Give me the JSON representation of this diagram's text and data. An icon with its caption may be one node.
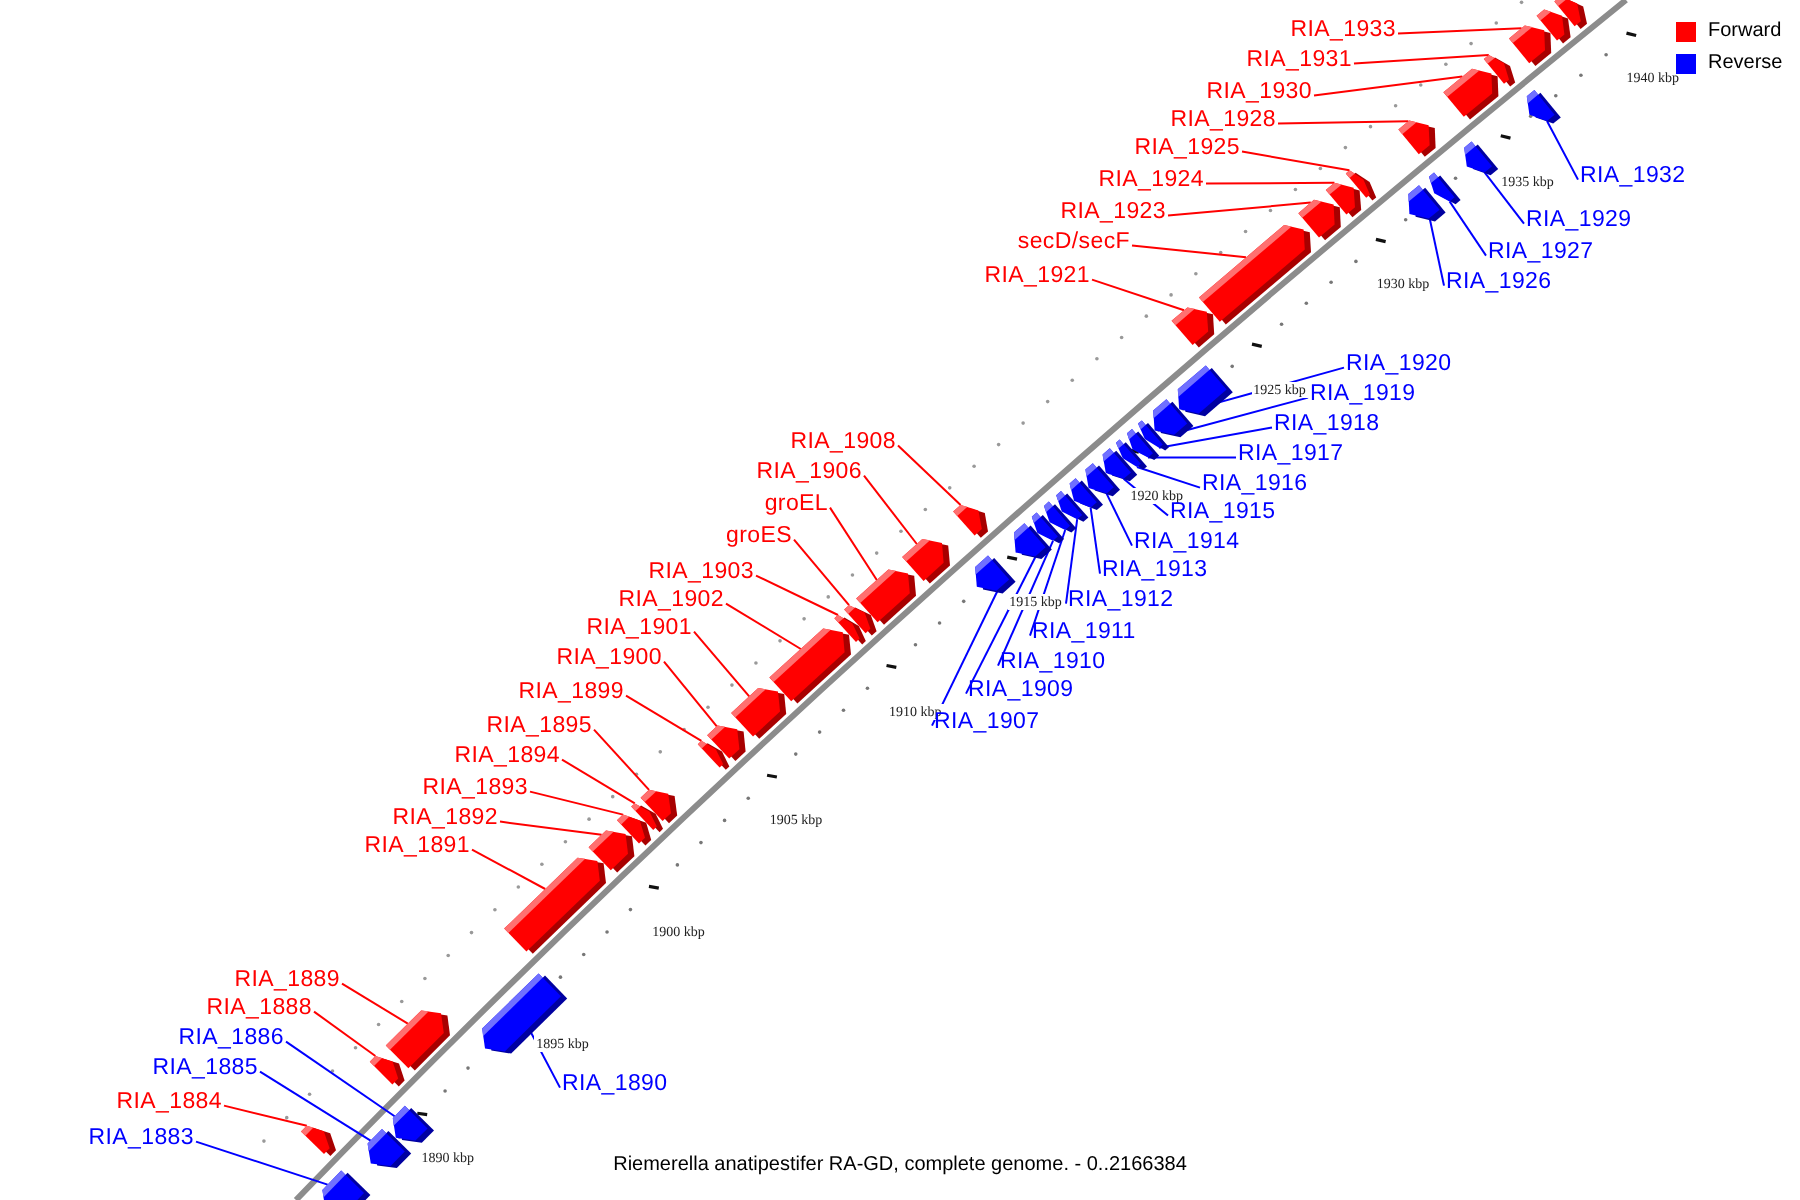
{
  "diagram": {
    "caption": "Riemerella anatipestifer RA-GD, complete genome. - 0..2166384",
    "nodes": [
      {
        "text": [
          "RIA_1933"
        ]
      },
      {
        "text": [],
        "shape": "arrow"
      },
      {
        "text": [],
        "shape": "arrow"
      },
      {
        "text": [],
        "shape": "arrow"
      },
      {
        "text": [
          "RIA_1931"
        ]
      },
      {
        "text": [],
        "shape": "arrow"
      },
      {
        "text": [
          "RIA_1930"
        ]
      },
      {
        "text": [],
        "shape": "arrow"
      },
      {
        "text": [
          "RIA_1928"
        ]
      },
      {
        "text": [],
        "shape": "arrow"
      },
      {
        "text": [
          "RIA_1925"
        ]
      },
      {
        "text": [],
        "shape": "arrow"
      },
      {
        "text": [
          "RIA_1932"
        ]
      },
      {
        "text": [],
        "shape": "arrow"
      },
      {
        "text": [
          "RIA_1924"
        ]
      },
      {
        "text": [],
        "shape": "arrow"
      },
      {
        "text": [
          "RIA_1923"
        ]
      },
      {
        "text": [],
        "shape": "arrow"
      },
      {
        "text": [
          "RIA_1929"
        ]
      },
      {
        "text": [],
        "shape": "arrow"
      },
      {
        "text": [
          "secD/secF"
        ]
      },
      {
        "text": [],
        "shape": "arrow"
      },
      {
        "text": [
          "RIA_1927"
        ]
      },
      {
        "text": [],
        "shape": "arrow"
      },
      {
        "text": [
          "RIA_1921"
        ]
      },
      {
        "text": [],
        "shape": "arrow"
      },
      {
        "text": [
          "RIA_1926"
        ]
      },
      {
        "text": [],
        "shape": "arrow"
      },
      {
        "text": [
          "RIA_1920"
        ]
      },
      {
        "text": [],
        "shape": "arrow"
      },
      {
        "text": [
          "RIA_1919"
        ]
      },
      {
        "text": [],
        "shape": "arrow"
      },
      {
        "text": [
          "RIA_1918"
        ]
      },
      {
        "text": [],
        "shape": "arrow"
      },
      {
        "text": [
          "RIA_1917"
        ]
      },
      {
        "text": [],
        "shape": "arrow"
      },
      {
        "text": [
          "RIA_1908"
        ]
      },
      {
        "text": [],
        "shape": "arrow"
      },
      {
        "text": [
          "RIA_1916"
        ]
      },
      {
        "text": [],
        "shape": "arrow"
      },
      {
        "text": [
          "RIA_1906"
        ]
      },
      {
        "text": [],
        "shape": "arrow"
      },
      {
        "text": [
          "RIA_1915"
        ]
      },
      {
        "text": [],
        "shape": "arrow"
      },
      {
        "text": [
          "groEL"
        ]
      },
      {
        "text": [],
        "shape": "arrow"
      },
      {
        "text": [
          "RIA_1914"
        ]
      },
      {
        "text": [],
        "shape": "arrow"
      },
      {
        "text": [
          "groES"
        ]
      },
      {
        "text": [],
        "shape": "arrow"
      },
      {
        "text": [
          "RIA_1913"
        ]
      },
      {
        "text": [],
        "shape": "arrow"
      },
      {
        "text": [
          "RIA_1903"
        ]
      },
      {
        "text": [],
        "shape": "arrow"
      },
      {
        "text": [
          "RIA_1912"
        ]
      },
      {
        "text": [],
        "shape": "arrow"
      },
      {
        "text": [
          "RIA_1902"
        ]
      },
      {
        "text": [],
        "shape": "arrow"
      },
      {
        "text": [
          "RIA_1901"
        ]
      },
      {
        "text": [],
        "shape": "arrow"
      },
      {
        "text": [
          "RIA_1911"
        ]
      },
      {
        "text": [],
        "shape": "arrow"
      },
      {
        "text": [
          "RIA_1900"
        ]
      },
      {
        "text": [],
        "shape": "arrow"
      },
      {
        "text": [
          "RIA_1910"
        ]
      },
      {
        "text": [],
        "shape": "arrow"
      },
      {
        "text": [
          "RIA_1899"
        ]
      },
      {
        "text": [],
        "shape": "arrow"
      },
      {
        "text": [
          "RIA_1909"
        ]
      },
      {
        "text": [],
        "shape": "arrow"
      },
      {
        "text": [
          "RIA_1907"
        ]
      },
      {
        "text": [],
        "shape": "arrow"
      },
      {
        "text": [
          "RIA_1895"
        ]
      },
      {
        "text": [],
        "shape": "arrow"
      },
      {
        "text": [
          "RIA_1894"
        ]
      },
      {
        "text": [],
        "shape": "arrow"
      },
      {
        "text": [
          "RIA_1893"
        ]
      },
      {
        "text": [],
        "shape": "arrow"
      },
      {
        "text": [
          "RIA_1892"
        ]
      },
      {
        "text": [],
        "shape": "arrow"
      },
      {
        "text": [
          "RIA_1891"
        ]
      },
      {
        "text": [],
        "shape": "arrow"
      },
      {
        "text": [
          "RIA_1889"
        ]
      },
      {
        "text": [],
        "shape": "arrow"
      },
      {
        "text": [
          "RIA_1888"
        ]
      },
      {
        "text": [],
        "shape": "arrow"
      },
      {
        "text": [
          "RIA_1886"
        ]
      },
      {
        "text": [],
        "shape": "arrow"
      },
      {
        "text": [
          "RIA_1885"
        ]
      },
      {
        "text": [],
        "shape": "arrow"
      },
      {
        "text": [
          "RIA_1890"
        ]
      },
      {
        "text": [],
        "shape": "arrow"
      },
      {
        "text": [
          "RIA_1884"
        ]
      },
      {
        "text": [],
        "shape": "arrow"
      },
      {
        "text": [
          "RIA_1883"
        ]
      },
      {
        "text": [],
        "shape": "arrow"
      }
    ],
    "edges": [
      {
        "from": 0,
        "to": 1,
        "arrow": "none"
      },
      {
        "from": 4,
        "to": 5,
        "arrow": "none"
      },
      {
        "from": 6,
        "to": 7,
        "arrow": "none"
      },
      {
        "from": 8,
        "to": 9,
        "arrow": "none"
      },
      {
        "from": 10,
        "to": 11,
        "arrow": "none"
      },
      {
        "from": 12,
        "to": 13,
        "arrow": "none",
        "color": "#0000ff"
      },
      {
        "from": 14,
        "to": 15,
        "arrow": "none"
      },
      {
        "from": 16,
        "to": 17,
        "arrow": "none"
      },
      {
        "from": 18,
        "to": 19,
        "arrow": "none",
        "color": "#0000ff"
      },
      {
        "from": 20,
        "to": 21,
        "arrow": "none"
      },
      {
        "from": 22,
        "to": 23,
        "arrow": "none",
        "color": "#0000ff"
      },
      {
        "from": 24,
        "to": 25,
        "arrow": "none"
      },
      {
        "from": 26,
        "to": 27,
        "arrow": "none",
        "color": "#0000ff"
      },
      {
        "from": 28,
        "to": 29,
        "arrow": "none",
        "color": "#0000ff"
      },
      {
        "from": 30,
        "to": 31,
        "arrow": "none",
        "color": "#0000ff"
      },
      {
        "from": 32,
        "to": 33,
        "arrow": "none",
        "color": "#0000ff"
      },
      {
        "from": 34,
        "to": 35,
        "arrow": "none",
        "color": "#0000ff"
      },
      {
        "from": 36,
        "to": 37,
        "arrow": "none"
      },
      {
        "from": 38,
        "to": 39,
        "arrow": "none",
        "color": "#0000ff"
      },
      {
        "from": 40,
        "to": 41,
        "arrow": "none"
      },
      {
        "from": 42,
        "to": 43,
        "arrow": "none",
        "color": "#0000ff"
      },
      {
        "from": 44,
        "to": 45,
        "arrow": "none"
      },
      {
        "from": 46,
        "to": 47,
        "arrow": "none",
        "color": "#0000ff"
      },
      {
        "from": 48,
        "to": 49,
        "arrow": "none"
      },
      {
        "from": 50,
        "to": 51,
        "arrow": "none",
        "color": "#0000ff"
      },
      {
        "from": 52,
        "to": 53,
        "arrow": "none"
      },
      {
        "from": 54,
        "to": 55,
        "arrow": "none",
        "color": "#0000ff"
      },
      {
        "from": 56,
        "to": 57,
        "arrow": "none"
      },
      {
        "from": 58,
        "to": 59,
        "arrow": "none"
      },
      {
        "from": 60,
        "to": 61,
        "arrow": "none",
        "color": "#0000ff"
      },
      {
        "from": 62,
        "to": 63,
        "arrow": "none"
      },
      {
        "from": 64,
        "to": 65,
        "arrow": "none",
        "color": "#0000ff"
      },
      {
        "from": 66,
        "to": 67,
        "arrow": "none"
      },
      {
        "from": 68,
        "to": 69,
        "arrow": "none",
        "color": "#0000ff"
      },
      {
        "from": 70,
        "to": 71,
        "arrow": "none",
        "color": "#0000ff"
      },
      {
        "from": 72,
        "to": 73,
        "arrow": "none"
      },
      {
        "from": 74,
        "to": 75,
        "arrow": "none"
      },
      {
        "from": 76,
        "to": 77,
        "arrow": "none"
      },
      {
        "from": 78,
        "to": 79,
        "arrow": "none"
      },
      {
        "from": 80,
        "to": 81,
        "arrow": "none"
      },
      {
        "from": 82,
        "to": 83,
        "arrow": "none"
      },
      {
        "from": 84,
        "to": 85,
        "arrow": "none"
      },
      {
        "from": 86,
        "to": 87,
        "arrow": "none",
        "color": "#0000ff"
      },
      {
        "from": 88,
        "to": 89,
        "arrow": "none",
        "color": "#0000ff"
      },
      {
        "from": 90,
        "to": 91,
        "arrow": "none",
        "color": "#0000ff"
      },
      {
        "from": 92,
        "to": 93,
        "arrow": "none"
      },
      {
        "from": 94,
        "to": 95,
        "arrow": "none",
        "color": "#0000ff"
      }
    ],
    "labels": [
      "1890 kbp",
      "1895 kbp",
      "1900 kbp",
      "1905 kbp",
      "1910 kbp",
      "1915 kbp",
      "1920 kbp",
      "1925 kbp",
      "1930 kbp",
      "1935 kbp",
      "1940 kbp"
    ],
    "legend": [
      {
        "text": "Forward",
        "color": "#ff0000"
      },
      {
        "text": "Reverse",
        "color": "#0000ff"
      }
    ]
  }
}
